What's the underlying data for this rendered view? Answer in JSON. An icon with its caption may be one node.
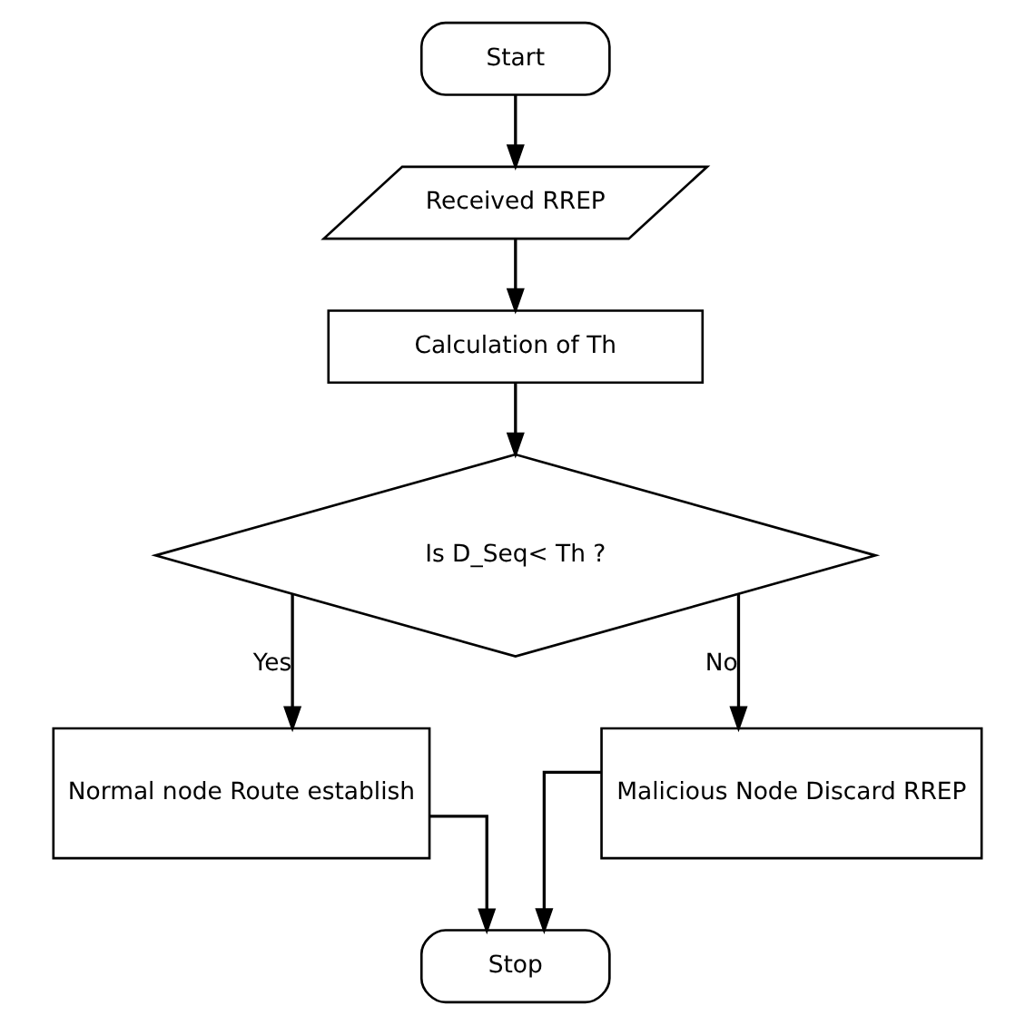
{
  "diagram": {
    "nodes": [
      {
        "text": [
          "Start"
        ]
      },
      {
        "text": [
          "Received RREP"
        ]
      },
      {
        "text": [
          "Calculation of Th"
        ]
      },
      {
        "text": [
          "Is D_Seq< Th ?"
        ]
      },
      {
        "text": [
          "Normal node Route establish"
        ]
      },
      {
        "text": [
          "Malicious Node Discard RREP"
        ]
      },
      {
        "text": [
          "Stop"
        ]
      }
    ],
    "edges": [
      {
        "from": 0,
        "to": 1,
        "arrow": "to"
      },
      {
        "from": 1,
        "to": 2,
        "arrow": "to"
      },
      {
        "from": 2,
        "to": 3,
        "arrow": "to"
      },
      {
        "from": 3,
        "to": 4,
        "arrow": "to",
        "label": "Yes"
      },
      {
        "from": 3,
        "to": 5,
        "arrow": "to",
        "label": "No"
      },
      {
        "from": 4,
        "to": 6,
        "arrow": "to"
      },
      {
        "from": 5,
        "to": 6,
        "arrow": "to"
      }
    ]
  }
}
